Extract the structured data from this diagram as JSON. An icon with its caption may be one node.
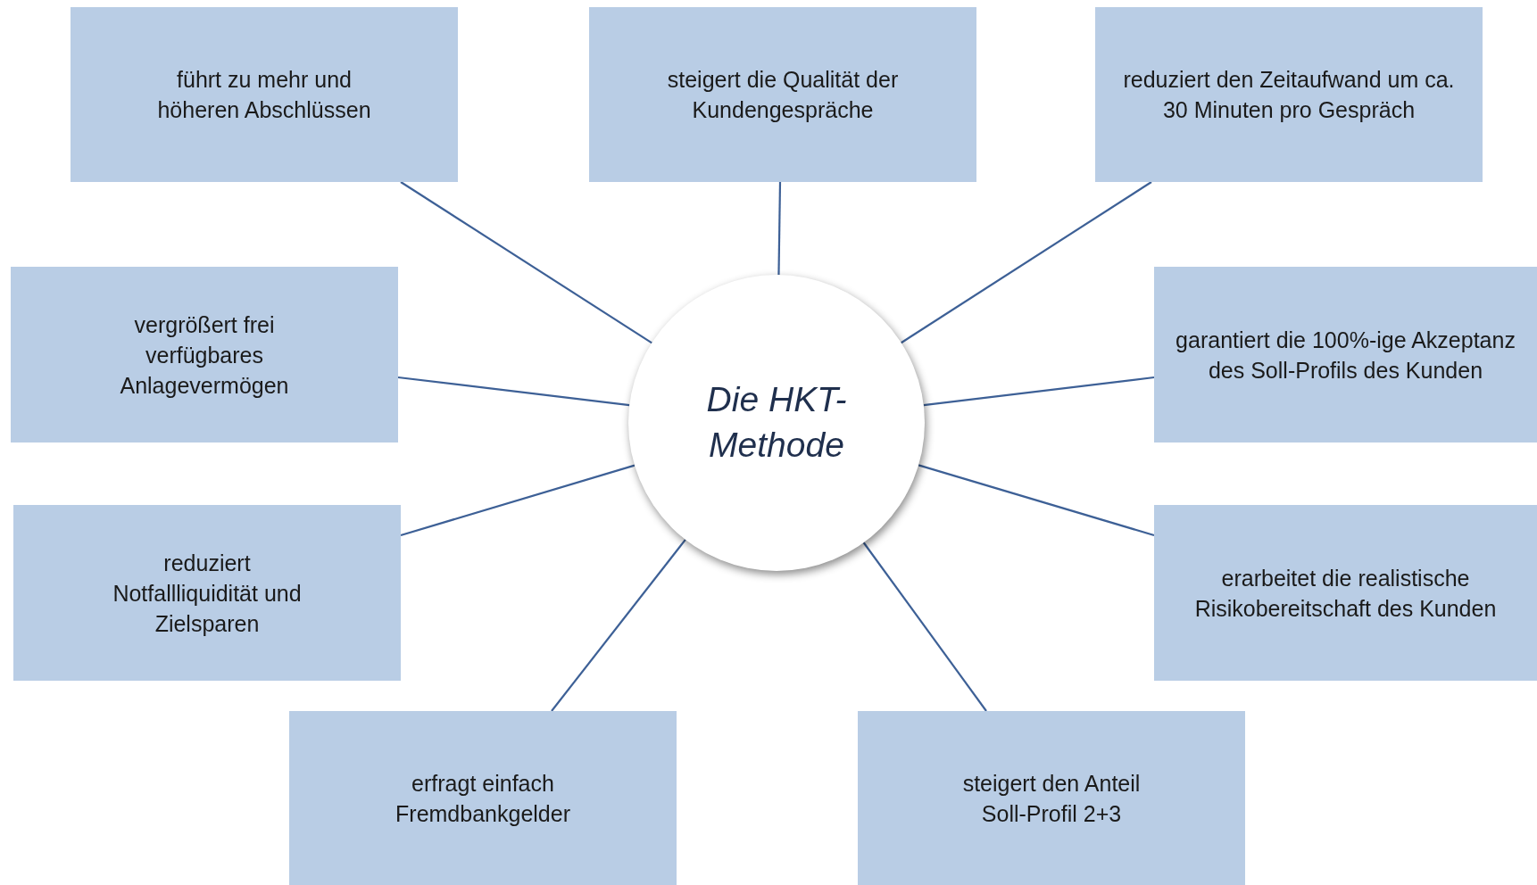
{
  "diagram": {
    "nodes": [
      {
        "text": [
          "führt zu mehr und höheren Abschlüssen"
        ]
      },
      {
        "text": [
          "steigert die Qualität der Kundengespräche"
        ]
      },
      {
        "text": [
          "reduziert den Zeitaufwand um ca. 30 Minuten pro Gespräch"
        ]
      },
      {
        "text": [
          "vergrößert frei verfügbares Anlagevermögen"
        ]
      },
      {
        "text": [
          "Die HKT-Methode"
        ]
      },
      {
        "text": [
          "garantiert die 100%-ige Akzeptanz des Soll-Profils des Kunden"
        ]
      },
      {
        "text": [
          "reduziert Notfallliquidität und Zielsparen"
        ]
      },
      {
        "text": [
          "erarbeitet die realistische Risikobereitschaft des Kunden"
        ]
      },
      {
        "text": [
          "erfragt einfach Fremdbankgelder"
        ]
      },
      {
        "text": [
          "steigert den Anteil Soll-Profil 2+3"
        ]
      }
    ],
    "edges": [
      {
        "from": 4,
        "to": 0,
        "arrow": "none"
      },
      {
        "from": 4,
        "to": 1,
        "arrow": "none"
      },
      {
        "from": 4,
        "to": 2,
        "arrow": "none"
      },
      {
        "from": 4,
        "to": 3,
        "arrow": "none"
      },
      {
        "from": 4,
        "to": 5,
        "arrow": "none"
      },
      {
        "from": 4,
        "to": 6,
        "arrow": "none"
      },
      {
        "from": 4,
        "to": 7,
        "arrow": "none"
      },
      {
        "from": 4,
        "to": 8,
        "arrow": "none"
      },
      {
        "from": 4,
        "to": 9,
        "arrow": "none"
      }
    ]
  }
}
